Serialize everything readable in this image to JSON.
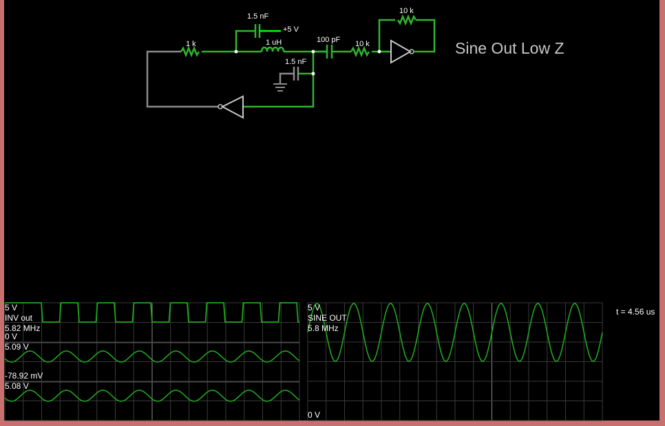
{
  "circuit": {
    "title": "Sine Out Low Z",
    "components": {
      "r_input": "1 k",
      "c_top": "1.5 nF",
      "supply": "+5 V",
      "inductor": "1 uH",
      "c_shunt": "1.5 nF",
      "c_couple": "100 pF",
      "r_series": "10 k",
      "r_feedback": "10 k"
    }
  },
  "time": "t = 4.56 us",
  "scope_left": {
    "trace1": {
      "top_label": "5 V",
      "name": "INV out",
      "freq": "5.82 MHz",
      "bottom_label": "0 V"
    },
    "trace2": {
      "top_label": "5.09 V",
      "bottom_label": "-78.92 mV"
    },
    "trace3": {
      "top_label": "5.08 V"
    }
  },
  "scope_right": {
    "top_label": "5 V",
    "name": "SINE OUT",
    "freq": "5.8 MHz",
    "bottom_label": "0 V"
  },
  "colors": {
    "wire": "#2fb52f",
    "wire_idle": "#8c8c8c",
    "trace": "#1fa81f",
    "supply": "#00ff00",
    "border": "#c06a6a",
    "grid": "#3a3a3a"
  }
}
